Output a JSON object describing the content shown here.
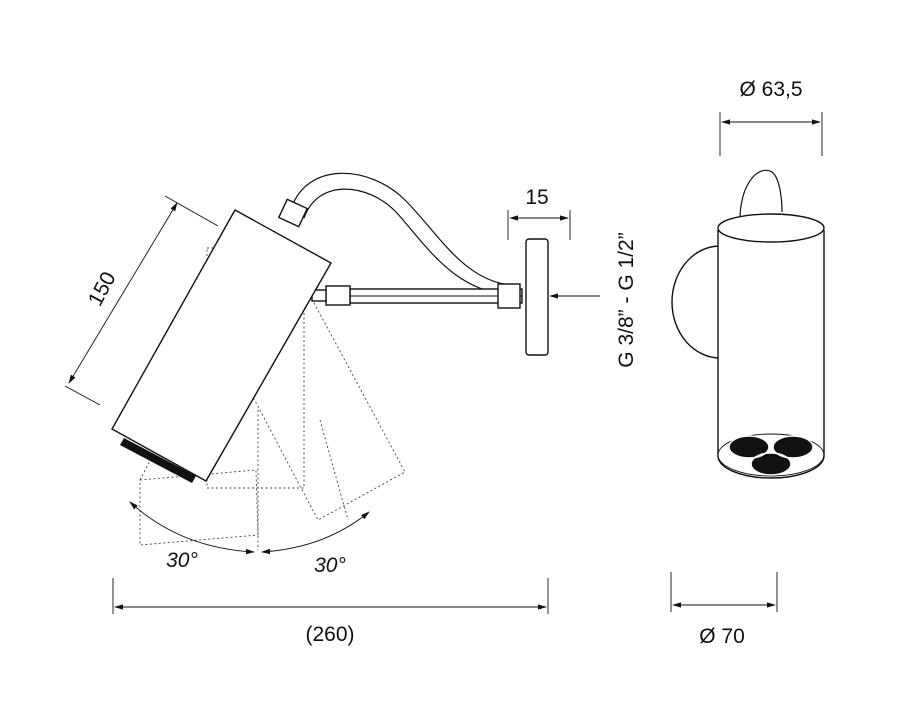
{
  "dimensions": {
    "length_150": "150",
    "width_15": "15",
    "thread": "G 3/8” - G 1/2”",
    "angle_left": "30°",
    "angle_right": "30°",
    "overall_length": "(260)",
    "body_diameter": "Ø 63,5",
    "head_diameter": "Ø 70"
  }
}
